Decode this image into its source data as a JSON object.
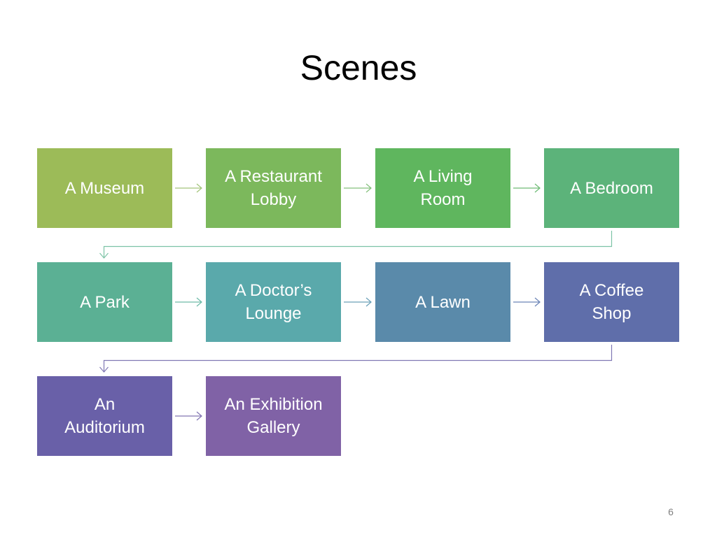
{
  "title": "Scenes",
  "page_number": "6",
  "flow": {
    "nodes": [
      {
        "id": "museum",
        "label": "A Museum",
        "color": "#9cbb58"
      },
      {
        "id": "restaurant-lobby",
        "label": "A Restaurant\nLobby",
        "color": "#7cb85c"
      },
      {
        "id": "living-room",
        "label": "A Living\nRoom",
        "color": "#5fb65e"
      },
      {
        "id": "bedroom",
        "label": "A Bedroom",
        "color": "#5cb37a"
      },
      {
        "id": "park",
        "label": "A Park",
        "color": "#5bb094"
      },
      {
        "id": "doctors-lounge",
        "label": "A Doctor’s\nLounge",
        "color": "#5aa9ab"
      },
      {
        "id": "lawn",
        "label": "A Lawn",
        "color": "#5a8aaa"
      },
      {
        "id": "coffee-shop",
        "label": "A Coffee\nShop",
        "color": "#5f6eaa"
      },
      {
        "id": "auditorium",
        "label": "An\nAuditorium",
        "color": "#6960a8"
      },
      {
        "id": "exhibition-gallery",
        "label": "An Exhibition\nGallery",
        "color": "#8062a6"
      }
    ],
    "edges": [
      {
        "from": "museum",
        "to": "restaurant-lobby",
        "color": "#a3c47a"
      },
      {
        "from": "restaurant-lobby",
        "to": "living-room",
        "color": "#84c07c"
      },
      {
        "from": "living-room",
        "to": "bedroom",
        "color": "#6dbb74"
      },
      {
        "from": "bedroom",
        "to": "park",
        "color": "#7cc3a6"
      },
      {
        "from": "park",
        "to": "doctors-lounge",
        "color": "#6ebaa8"
      },
      {
        "from": "doctors-lounge",
        "to": "lawn",
        "color": "#6aa0b8"
      },
      {
        "from": "lawn",
        "to": "coffee-shop",
        "color": "#6a84b6"
      },
      {
        "from": "coffee-shop",
        "to": "auditorium",
        "color": "#8078b4"
      },
      {
        "from": "auditorium",
        "to": "exhibition-gallery",
        "color": "#8276b2"
      }
    ]
  }
}
